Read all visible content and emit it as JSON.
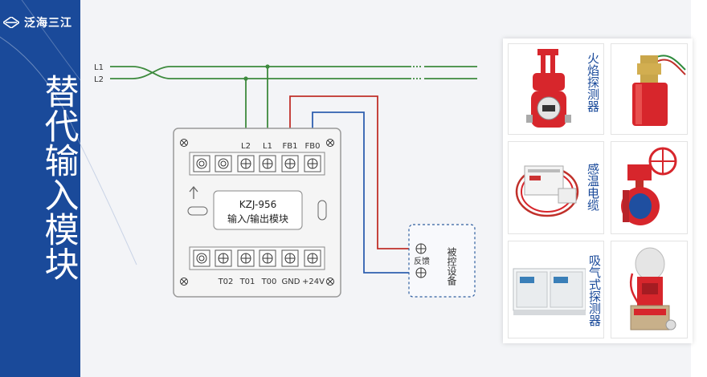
{
  "brand": {
    "name": "泛海三江",
    "logo_icon": "diamond-logo-icon"
  },
  "title": "替代输入模块",
  "lines": {
    "l1": "L1",
    "l2": "L2"
  },
  "module": {
    "model": "KZJ-956",
    "name": "输入/输出模块",
    "top_terminals": [
      "L2",
      "L1",
      "FB1",
      "FB0"
    ],
    "bottom_terminals": [
      "T02",
      "T01",
      "T00",
      "GND",
      "+24V"
    ]
  },
  "controlled_device": {
    "label": "被控设备",
    "feedback": "反馈"
  },
  "products": [
    {
      "label": "火焰探测器",
      "icon": "flame-detector-icon"
    },
    {
      "label": "感温电缆",
      "icon": "heat-sensing-cable-icon"
    },
    {
      "label": "吸气式探测器",
      "icon": "aspirating-detector-icon"
    }
  ],
  "other_products": [
    "liquid-level-switch-icon",
    "butterfly-valve-icon",
    "gas-extinguisher-valve-icon"
  ],
  "colors": {
    "brand_blue": "#1a4a9a",
    "wire_green": "#3d8a3d",
    "wire_red": "#c0302a",
    "wire_blue": "#2f5fb0",
    "dashed": "#2e5ea0"
  }
}
